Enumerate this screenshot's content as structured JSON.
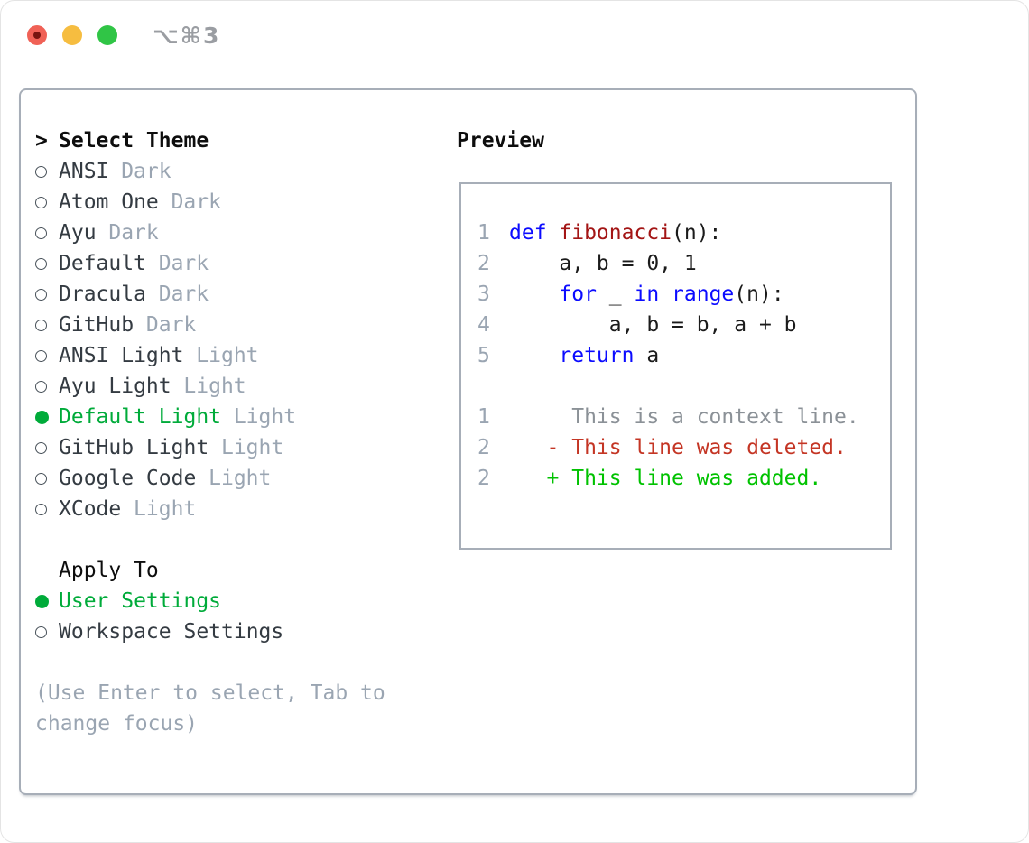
{
  "titlebar": {
    "shortcut": "⌥⌘3"
  },
  "theme_panel": {
    "prompt": ">",
    "title": "Select Theme",
    "items": [
      {
        "name": "ANSI",
        "variant": "Dark",
        "selected": false
      },
      {
        "name": "Atom One",
        "variant": "Dark",
        "selected": false
      },
      {
        "name": "Ayu",
        "variant": "Dark",
        "selected": false
      },
      {
        "name": "Default",
        "variant": "Dark",
        "selected": false
      },
      {
        "name": "Dracula",
        "variant": "Dark",
        "selected": false
      },
      {
        "name": "GitHub",
        "variant": "Dark",
        "selected": false
      },
      {
        "name": "ANSI Light",
        "variant": "Light",
        "selected": false
      },
      {
        "name": "Ayu Light",
        "variant": "Light",
        "selected": false
      },
      {
        "name": "Default Light",
        "variant": "Light",
        "selected": true
      },
      {
        "name": "GitHub Light",
        "variant": "Light",
        "selected": false
      },
      {
        "name": "Google Code",
        "variant": "Light",
        "selected": false
      },
      {
        "name": "XCode",
        "variant": "Light",
        "selected": false
      }
    ],
    "apply_to": {
      "title": "Apply To",
      "options": [
        {
          "label": "User Settings",
          "selected": true
        },
        {
          "label": "Workspace Settings",
          "selected": false
        }
      ]
    },
    "hint": "(Use Enter to select, Tab to change focus)"
  },
  "preview": {
    "title": "Preview",
    "lines": [
      {
        "num": "1",
        "segs": [
          {
            "t": "def ",
            "c": "kw"
          },
          {
            "t": "fibonacci",
            "c": "fn"
          },
          {
            "t": "(n):",
            "c": "pl"
          }
        ]
      },
      {
        "num": "2",
        "segs": [
          {
            "t": "    a, b = 0, 1",
            "c": "pl"
          }
        ]
      },
      {
        "num": "3",
        "segs": [
          {
            "t": "    ",
            "c": "pl"
          },
          {
            "t": "for",
            "c": "kw"
          },
          {
            "t": " _ ",
            "c": "pl"
          },
          {
            "t": "in",
            "c": "kw"
          },
          {
            "t": " ",
            "c": "pl"
          },
          {
            "t": "range",
            "c": "kw"
          },
          {
            "t": "(n):",
            "c": "pl"
          }
        ]
      },
      {
        "num": "4",
        "segs": [
          {
            "t": "        a, b = b, a + b",
            "c": "pl"
          }
        ]
      },
      {
        "num": "5",
        "segs": [
          {
            "t": "    ",
            "c": "pl"
          },
          {
            "t": "return",
            "c": "kw"
          },
          {
            "t": " a",
            "c": "pl"
          }
        ]
      },
      {
        "blank": true
      },
      {
        "num": "1",
        "segs": [
          {
            "t": "     This is a context line.",
            "c": "ctx"
          }
        ]
      },
      {
        "num": "2",
        "segs": [
          {
            "t": "   - This line was deleted.",
            "c": "del"
          }
        ]
      },
      {
        "num": "2",
        "segs": [
          {
            "t": "   + This line was added.",
            "c": "add"
          }
        ]
      }
    ]
  },
  "colors": {
    "accent_green": "#00ab3a",
    "keyword_blue": "#0b0bff",
    "function_red": "#a31515",
    "diff_added": "#00c200",
    "diff_deleted": "#c43524",
    "diff_context": "#8b9197",
    "muted_gray": "#9aa5b2",
    "text_dark": "#343b42",
    "border_gray": "#a7aeb8",
    "traffic_red": "#f06156",
    "traffic_yellow": "#f6bd40",
    "traffic_green": "#30c546"
  }
}
